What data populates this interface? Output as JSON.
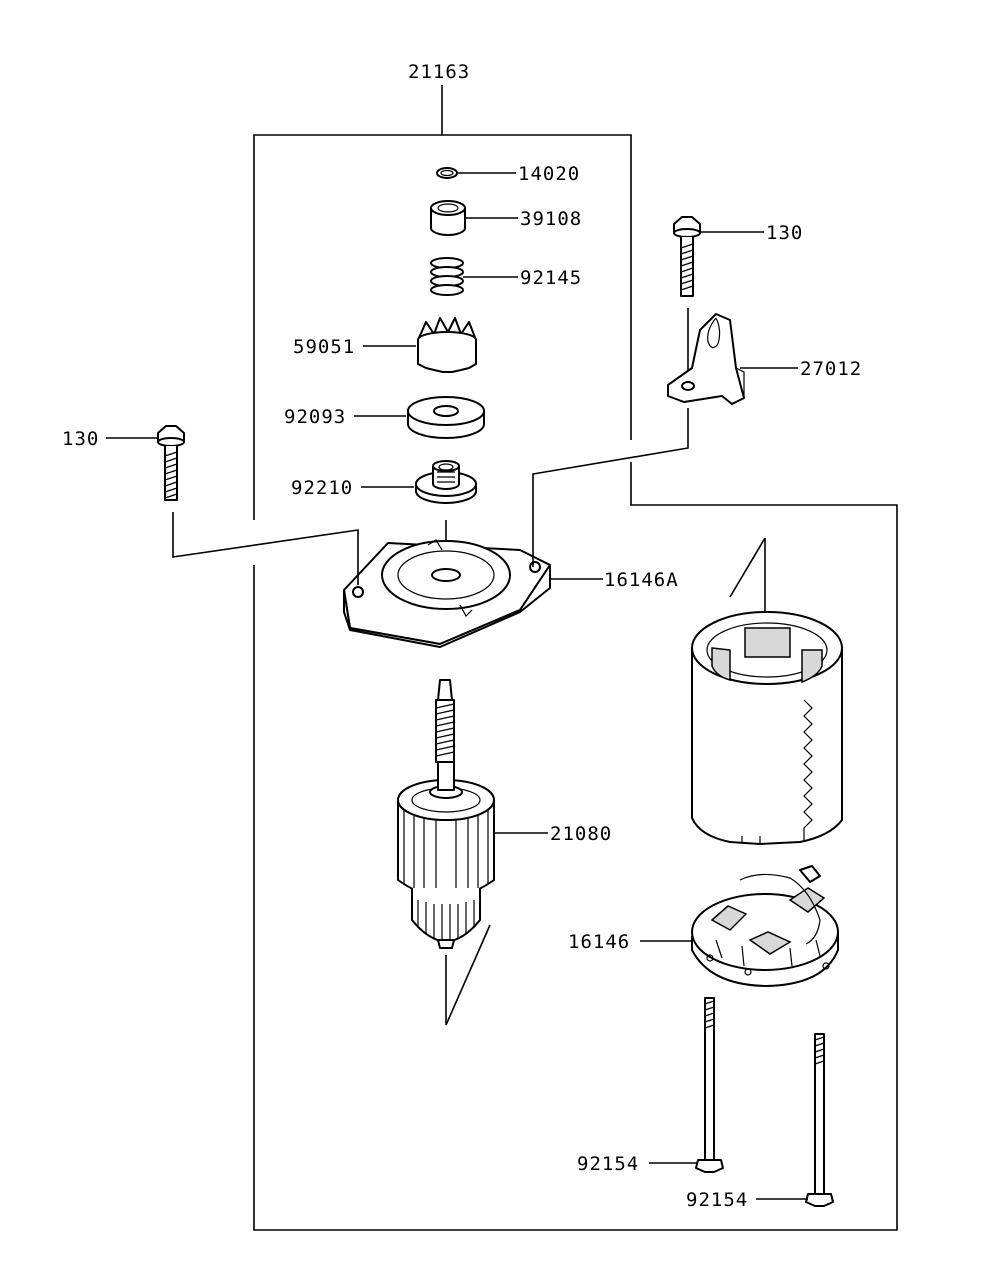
{
  "diagram": {
    "assembly_label": "21163",
    "parts": [
      {
        "id": "p14020",
        "label": "14020",
        "icon": "o-ring-icon"
      },
      {
        "id": "p39108",
        "label": "39108",
        "icon": "collar-icon"
      },
      {
        "id": "p92145",
        "label": "92145",
        "icon": "spring-icon"
      },
      {
        "id": "p59051",
        "label": "59051",
        "icon": "pinion-gear-icon"
      },
      {
        "id": "p92093",
        "label": "92093",
        "icon": "washer-icon"
      },
      {
        "id": "p92210",
        "label": "92210",
        "icon": "nut-icon"
      },
      {
        "id": "p16146A",
        "label": "16146A",
        "icon": "end-cover-icon"
      },
      {
        "id": "p130a",
        "label": "130",
        "icon": "bolt-icon"
      },
      {
        "id": "p130b",
        "label": "130",
        "icon": "bolt-icon"
      },
      {
        "id": "p27012",
        "label": "27012",
        "icon": "bracket-icon"
      },
      {
        "id": "p21080",
        "label": "21080",
        "icon": "armature-icon"
      },
      {
        "id": "p16146",
        "label": "16146",
        "icon": "brush-holder-icon"
      },
      {
        "id": "p92154a",
        "label": "92154",
        "icon": "long-bolt-icon"
      },
      {
        "id": "p92154b",
        "label": "92154",
        "icon": "long-bolt-icon"
      }
    ]
  }
}
